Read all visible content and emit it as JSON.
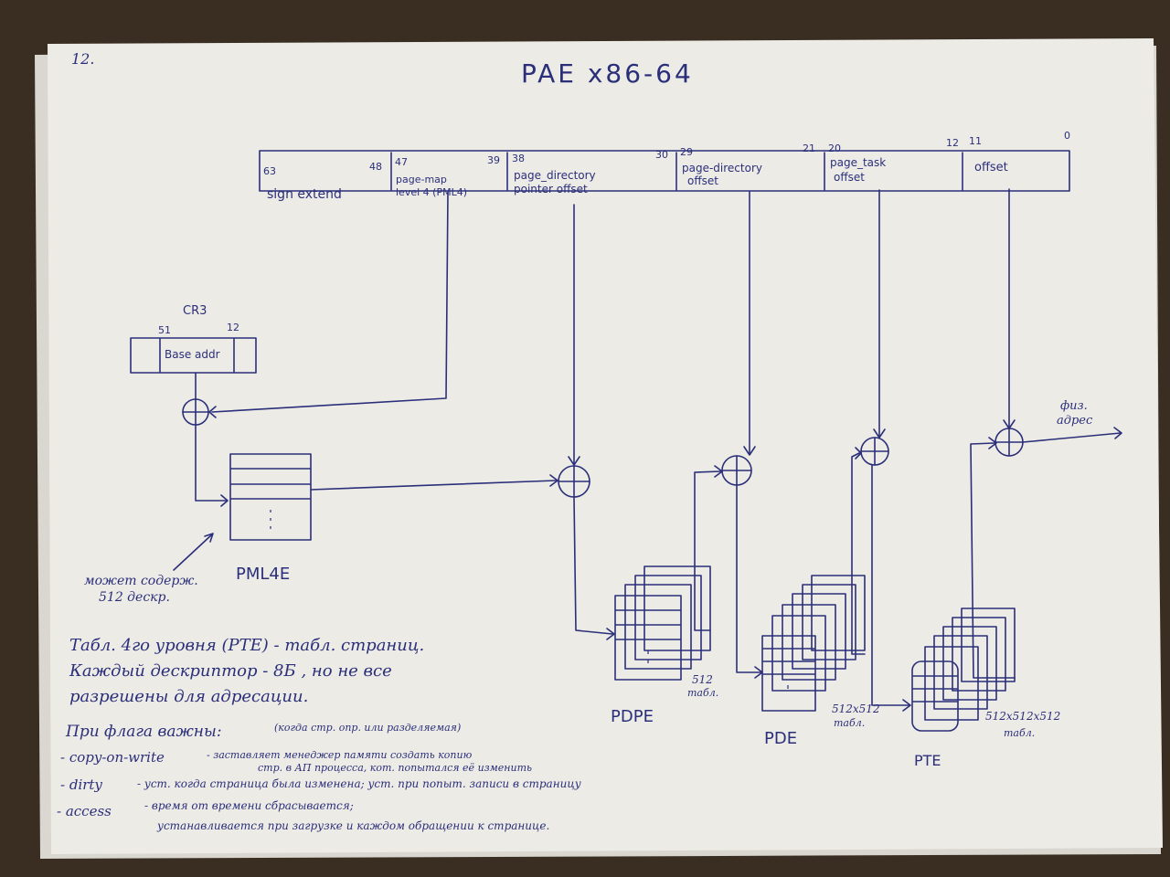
{
  "page_number": "12.",
  "title": "PAE x86-64",
  "address_fields": [
    {
      "label_line1": "sign extend",
      "label_line2": "",
      "bit_left": "63",
      "bit_right": "48"
    },
    {
      "label_line1": "page-map",
      "label_line2": "level 4 (PML4)",
      "bit_left": "47",
      "bit_right": "39"
    },
    {
      "label_line1": "page_directory",
      "label_line2": "pointer offset",
      "bit_left": "38",
      "bit_right": "30"
    },
    {
      "label_line1": "page-directory",
      "label_line2": "offset",
      "bit_left": "29",
      "bit_right": "21"
    },
    {
      "label_line1": "page_task",
      "label_line2": "offset",
      "bit_left": "20",
      "bit_right": "12"
    },
    {
      "label_line1": "offset",
      "label_line2": "",
      "bit_left": "11",
      "bit_right": "0"
    }
  ],
  "cr3": {
    "title": "CR3",
    "bit_left": "51",
    "bit_right": "12",
    "field": "Base addr"
  },
  "tables": {
    "pml4": {
      "label": "PML4E",
      "note_line1": "может содерж.",
      "note_line2": "512 дескр."
    },
    "pdpe": {
      "label": "PDPE",
      "count_line1": "512",
      "count_line2": "табл."
    },
    "pde": {
      "label": "PDE",
      "count_line1": "512x512",
      "count_line2": "табл."
    },
    "pte": {
      "label": "PTE",
      "count_line1": "512x512x512",
      "count_line2": "табл."
    }
  },
  "phys_addr_line1": "физ.",
  "phys_addr_line2": "адрес",
  "notes": [
    "Табл. 4го уровня (PTE) - табл. страниц.",
    "Каждый дескриптор - 8Б , но не все",
    "разрешены для адресации."
  ],
  "flags": {
    "header": "При флага важны:",
    "header_extra": "(когда стр. опр. или разделяемая)",
    "copy_on_write_name": "- copy-on-write",
    "copy_on_write_desc1": "- заставляет менеджер памяти создать копию",
    "copy_on_write_desc2": "стр. в АП процесса, кот. попытался её изменить",
    "dirty_name": "- dirty",
    "dirty_desc": "- уст. когда страница была изменена; уст. при попыт. записи в страницу",
    "access_name": "- access",
    "access_desc1": "- время от времени сбрасывается;",
    "access_desc2": "устанавливается при загрузке и каждом обращении к странице."
  },
  "colors": {
    "ink": "#2b2f7a",
    "paper": "#ecebe6",
    "background": "#3a2e22"
  }
}
